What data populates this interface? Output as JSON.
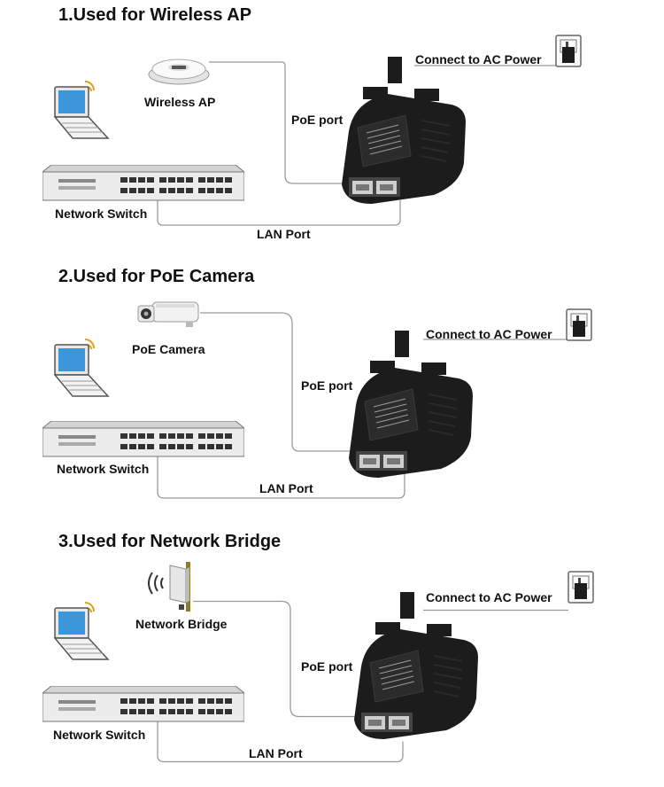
{
  "panels": [
    {
      "title": "1.Used for Wireless AP",
      "device_label": "Wireless AP",
      "device_icon": "wireless-ap-icon",
      "switch_label": "Network Switch",
      "poe_label": "PoE port",
      "lan_label": "LAN Port",
      "ac_label": "Connect to AC Power"
    },
    {
      "title": "2.Used for PoE Camera",
      "device_label": "PoE Camera",
      "device_icon": "poe-camera-icon",
      "switch_label": "Network Switch",
      "poe_label": "PoE port",
      "lan_label": "LAN Port",
      "ac_label": "Connect to AC Power"
    },
    {
      "title": "3.Used for Network Bridge",
      "device_label": "Network Bridge",
      "device_icon": "network-bridge-icon",
      "switch_label": "Network Switch",
      "poe_label": "PoE port",
      "lan_label": "LAN Port",
      "ac_label": "Connect to AC Power"
    }
  ],
  "colors": {
    "wire": "#9a9a9a",
    "adapter": "#1c1c1c",
    "screen": "#3b97d9",
    "switch_body": "#e6e6e6"
  }
}
